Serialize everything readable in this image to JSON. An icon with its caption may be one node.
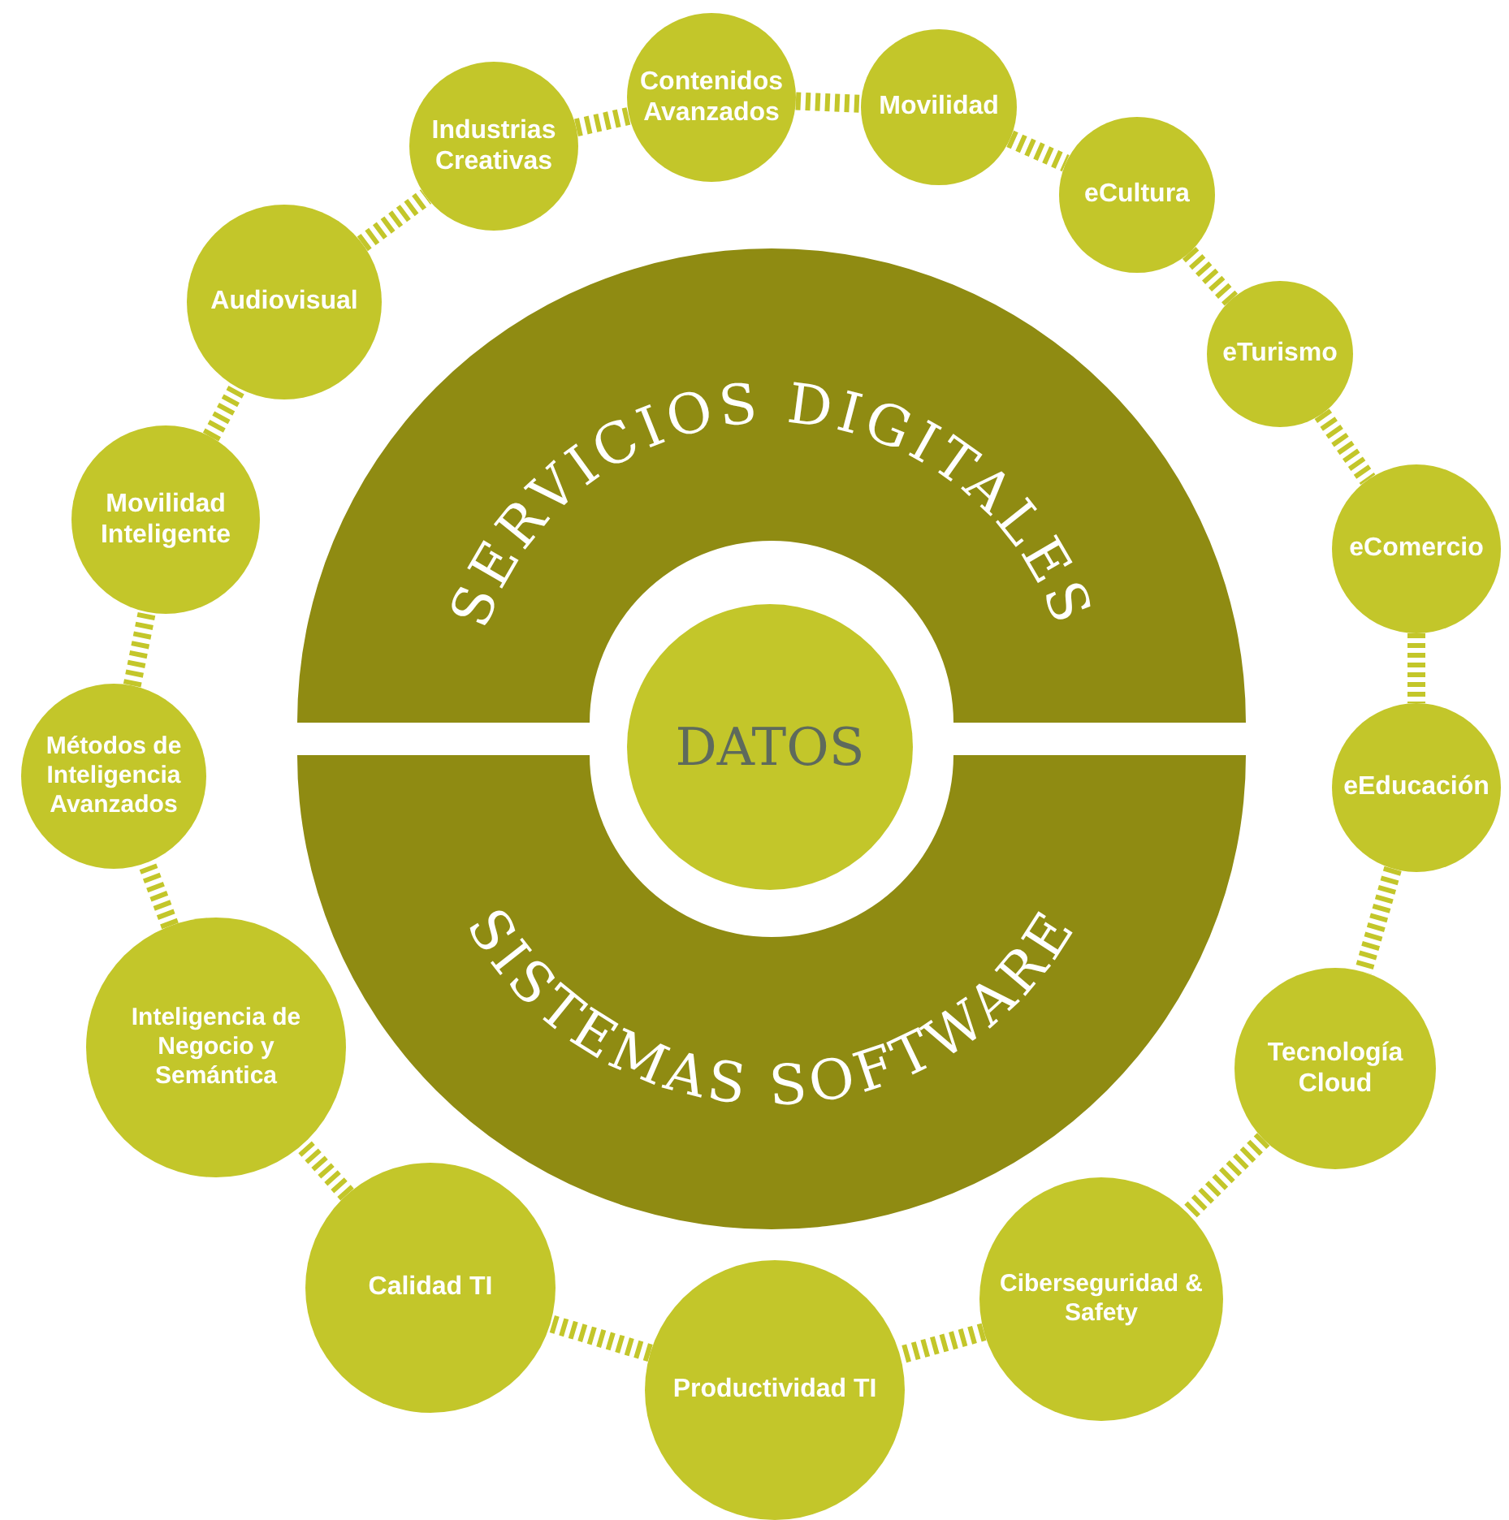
{
  "diagram": {
    "nodes": [
      {
        "text": [
          "Contenidos Avanzados"
        ]
      },
      {
        "text": [
          "Movilidad"
        ]
      },
      {
        "text": [
          "eCultura"
        ]
      },
      {
        "text": [
          "eTurismo"
        ]
      },
      {
        "text": [
          "eComercio"
        ]
      },
      {
        "text": [
          "eEducación"
        ]
      },
      {
        "text": [
          "Tecnología Cloud"
        ]
      },
      {
        "text": [
          "Ciberseguridad & Safety"
        ]
      },
      {
        "text": [
          "Productividad TI"
        ]
      },
      {
        "text": [
          "Calidad TI"
        ]
      },
      {
        "text": [
          "Inteligencia de Negocio y Semántica"
        ]
      },
      {
        "text": [
          "Métodos de Inteligencia Avanzados"
        ]
      },
      {
        "text": [
          "Movilidad Inteligente"
        ]
      },
      {
        "text": [
          "Audiovisual"
        ]
      },
      {
        "text": [
          "Industrias Creativas"
        ]
      },
      {
        "text": [
          "SERVICIOS DIGITALES"
        ]
      },
      {
        "text": [
          "SISTEMAS SOFTWARE"
        ]
      },
      {
        "text": [
          "DATOS"
        ]
      }
    ],
    "edges": [
      {
        "from": 0,
        "to": 1,
        "arrow": "none",
        "style": "dashed"
      },
      {
        "from": 1,
        "to": 2,
        "arrow": "none",
        "style": "dashed"
      },
      {
        "from": 2,
        "to": 3,
        "arrow": "none",
        "style": "dashed"
      },
      {
        "from": 3,
        "to": 4,
        "arrow": "none",
        "style": "dashed"
      },
      {
        "from": 4,
        "to": 5,
        "arrow": "none",
        "style": "dashed"
      },
      {
        "from": 5,
        "to": 6,
        "arrow": "none",
        "style": "dashed"
      },
      {
        "from": 6,
        "to": 7,
        "arrow": "none",
        "style": "dashed"
      },
      {
        "from": 7,
        "to": 8,
        "arrow": "none",
        "style": "dashed"
      },
      {
        "from": 8,
        "to": 9,
        "arrow": "none",
        "style": "dashed"
      },
      {
        "from": 9,
        "to": 10,
        "arrow": "none",
        "style": "dashed"
      },
      {
        "from": 10,
        "to": 11,
        "arrow": "none",
        "style": "dashed"
      },
      {
        "from": 11,
        "to": 12,
        "arrow": "none",
        "style": "dashed"
      },
      {
        "from": 12,
        "to": 13,
        "arrow": "none",
        "style": "dashed"
      },
      {
        "from": 13,
        "to": 14,
        "arrow": "none",
        "style": "dashed"
      },
      {
        "from": 14,
        "to": 0,
        "arrow": "none",
        "style": "dashed"
      }
    ]
  }
}
